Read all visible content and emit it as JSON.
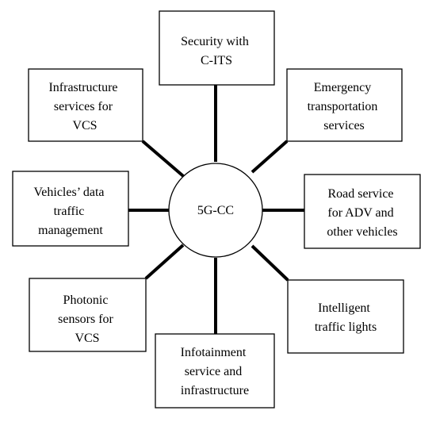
{
  "hub": {
    "label": "5G-CC"
  },
  "nodes": [
    {
      "id": "top",
      "lines": [
        "Security with",
        "C-ITS"
      ]
    },
    {
      "id": "top-left",
      "lines": [
        "Infrastructure",
        "services for",
        "VCS"
      ]
    },
    {
      "id": "top-right",
      "lines": [
        "Emergency",
        "transportation",
        "services"
      ]
    },
    {
      "id": "left",
      "lines": [
        "Vehicles’ data",
        "traffic",
        "management"
      ]
    },
    {
      "id": "right",
      "lines": [
        "Road service",
        "for ADV and",
        "other vehicles"
      ]
    },
    {
      "id": "bottom-left",
      "lines": [
        "Photonic",
        "sensors for",
        "VCS"
      ]
    },
    {
      "id": "bottom-right",
      "lines": [
        "Intelligent",
        "traffic lights"
      ]
    },
    {
      "id": "bottom",
      "lines": [
        "Infotainment",
        "service and",
        "infrastructure"
      ]
    }
  ]
}
